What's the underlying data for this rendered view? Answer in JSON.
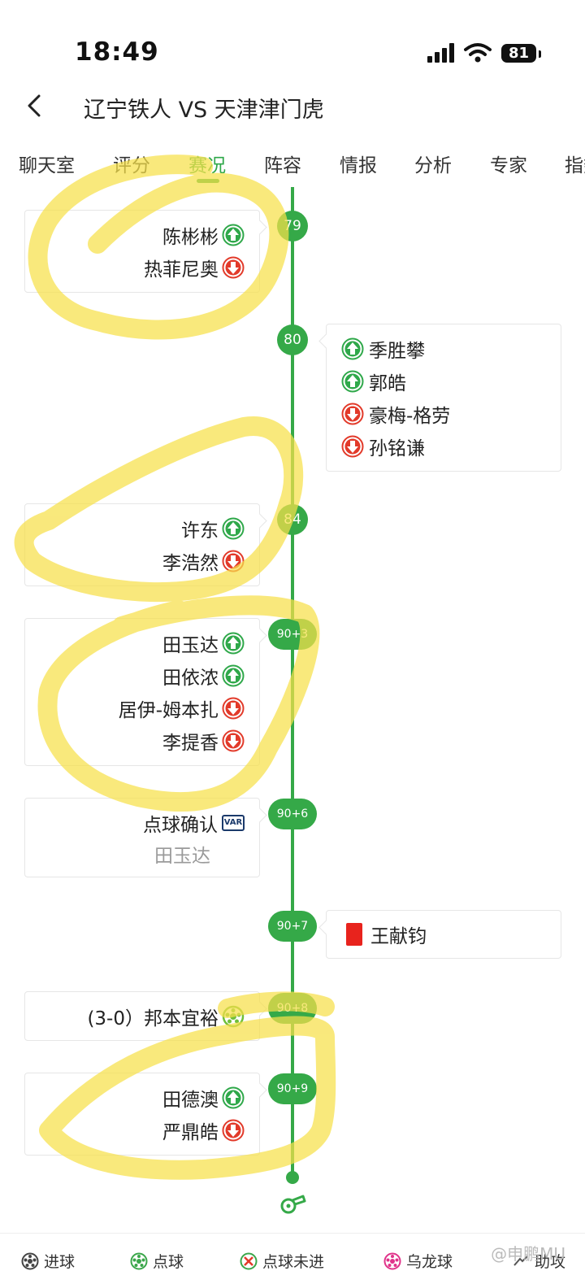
{
  "status": {
    "time": "18:49",
    "battery": "81"
  },
  "header": {
    "title": "辽宁铁人 VS 天津津门虎"
  },
  "tabs": [
    "聊天室",
    "评分",
    "赛况",
    "阵容",
    "情报",
    "分析",
    "专家",
    "指数"
  ],
  "active_tab": "赛况",
  "events": [
    {
      "minute": "79",
      "side": "left",
      "items": [
        {
          "name": "陈彬彬",
          "icon": "sub-in-icon"
        },
        {
          "name": "热菲尼奥",
          "icon": "sub-out-icon"
        }
      ]
    },
    {
      "minute": "80",
      "side": "right",
      "items": [
        {
          "name": "季胜攀",
          "icon": "sub-in-icon"
        },
        {
          "name": "郭皓",
          "icon": "sub-in-icon"
        },
        {
          "name": "豪梅-格劳",
          "icon": "sub-out-icon"
        },
        {
          "name": "孙铭谦",
          "icon": "sub-out-icon"
        }
      ]
    },
    {
      "minute": "84",
      "side": "left",
      "items": [
        {
          "name": "许东",
          "icon": "sub-in-icon"
        },
        {
          "name": "李浩然",
          "icon": "sub-out-icon"
        }
      ]
    },
    {
      "minute": "90+3",
      "side": "left",
      "items": [
        {
          "name": "田玉达",
          "icon": "sub-in-icon"
        },
        {
          "name": "田依浓",
          "icon": "sub-in-icon"
        },
        {
          "name": "居伊-姆本扎",
          "icon": "sub-out-icon"
        },
        {
          "name": "李提香",
          "icon": "sub-out-icon"
        }
      ]
    },
    {
      "minute": "90+6",
      "side": "left",
      "items": [
        {
          "name": "点球确认",
          "icon": "var-icon"
        },
        {
          "name": "田玉达",
          "icon": "none"
        }
      ]
    },
    {
      "minute": "90+7",
      "side": "right",
      "items": [
        {
          "name": "王献钧",
          "icon": "red-card-icon"
        }
      ]
    },
    {
      "minute": "90+8",
      "side": "left",
      "items": [
        {
          "name": "(3-0）邦本宜裕",
          "icon": "penalty-goal-icon"
        }
      ]
    },
    {
      "minute": "90+9",
      "side": "left",
      "items": [
        {
          "name": "田德澳",
          "icon": "sub-in-icon"
        },
        {
          "name": "严鼎皓",
          "icon": "sub-out-icon"
        }
      ]
    }
  ],
  "legend": [
    {
      "label": "进球",
      "icon": "goal-icon"
    },
    {
      "label": "点球",
      "icon": "penalty-icon"
    },
    {
      "label": "点球未进",
      "icon": "penalty-missed-icon"
    },
    {
      "label": "乌龙球",
      "icon": "own-goal-icon"
    },
    {
      "label": "助攻",
      "icon": "assist-icon"
    }
  ],
  "var_label": "VAR",
  "watermark": "@申鹏MU",
  "colors": {
    "accent": "#35a948",
    "sub_in": "#2fa84a",
    "sub_out": "#e23a2a",
    "red_card": "#e8231d",
    "highlight": "#f7e04a"
  }
}
